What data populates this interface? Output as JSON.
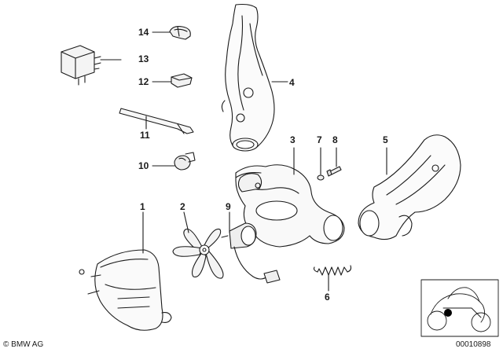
{
  "callouts": [
    {
      "id": "1",
      "label": "1"
    },
    {
      "id": "2",
      "label": "2"
    },
    {
      "id": "3",
      "label": "3"
    },
    {
      "id": "4",
      "label": "4"
    },
    {
      "id": "5",
      "label": "5"
    },
    {
      "id": "6",
      "label": "6"
    },
    {
      "id": "7",
      "label": "7"
    },
    {
      "id": "8",
      "label": "8"
    },
    {
      "id": "9",
      "label": "9"
    },
    {
      "id": "10",
      "label": "10"
    },
    {
      "id": "11",
      "label": "11"
    },
    {
      "id": "12",
      "label": "12"
    },
    {
      "id": "13",
      "label": "13"
    },
    {
      "id": "14",
      "label": "14"
    }
  ],
  "footer": {
    "copyright": "© BMW AG",
    "diagram_number": "00010898"
  },
  "line_color": "#1a1a1a"
}
